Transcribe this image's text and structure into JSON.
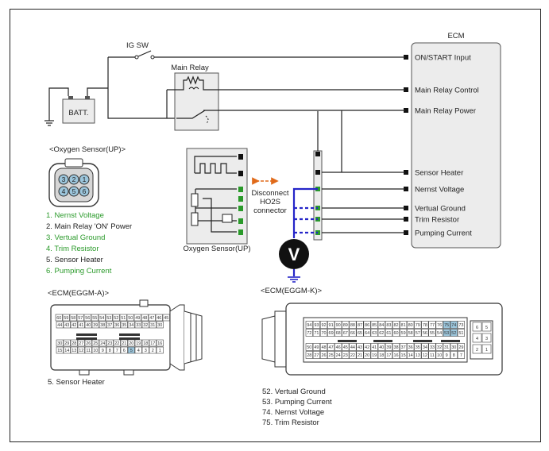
{
  "ecm": {
    "title": "ECM",
    "pins": [
      "ON/START Input",
      "Main Relay Control",
      "Main Relay Power",
      "Sensor Heater",
      "Nernst Voltage",
      "Vertual Ground",
      "Trim Resistor",
      "Pumping Current"
    ]
  },
  "ig_sw_label": "IG SW",
  "batt_label": "BATT.",
  "main_relay_label": "Main Relay",
  "oxygen_sensor_up_header": "<Oxygen Sensor(UP)>",
  "sensor_connector_pins": [
    "1",
    "2",
    "3",
    "4",
    "5",
    "6"
  ],
  "sensor_legend": [
    {
      "text": "1. Nernst Voltage",
      "color": "#2a9a2a"
    },
    {
      "text": "2. Main Relay 'ON' Power",
      "color": "#222222"
    },
    {
      "text": "3. Vertual Ground",
      "color": "#2a9a2a"
    },
    {
      "text": "4. Trim Resistor",
      "color": "#2a9a2a"
    },
    {
      "text": "5. Sensor Heater",
      "color": "#222222"
    },
    {
      "text": "6. Pumping Current",
      "color": "#2a9a2a"
    }
  ],
  "disconnect_label": [
    "Disconnect",
    "HO2S",
    "connector"
  ],
  "voltmeter_symbol": "V",
  "oxygen_sensor_caption": "Oxygen Sensor(UP)",
  "ecm_a_header": "<ECM(EGGM-A)>",
  "ecm_a_rows": [
    [
      "60",
      "59",
      "58",
      "57",
      "56",
      "55",
      "54",
      "53",
      "52",
      "51",
      "50",
      "49",
      "48",
      "47",
      "46",
      "45"
    ],
    [
      "44",
      "43",
      "42",
      "41",
      "40",
      "39",
      "38",
      "37",
      "36",
      "35",
      "34",
      "33",
      "32",
      "31",
      "30"
    ],
    [
      "30",
      "29",
      "28",
      "27",
      "26",
      "25",
      "24",
      "23",
      "22",
      "21",
      "20",
      "19",
      "18",
      "17",
      "16"
    ],
    [
      "15",
      "14",
      "13",
      "12",
      "11",
      "10",
      "9",
      "8",
      "7",
      "6",
      "5",
      "4",
      "3",
      "2",
      "1"
    ]
  ],
  "ecm_a_highlight": "5",
  "ecm_a_legend": [
    "5. Sensor Heater"
  ],
  "ecm_k_header": "<ECM(EGGM-K)>",
  "ecm_k_rows": [
    [
      "94",
      "93",
      "92",
      "91",
      "90",
      "89",
      "88",
      "87",
      "86",
      "85",
      "84",
      "83",
      "82",
      "81",
      "80",
      "79",
      "78",
      "77",
      "76",
      "75",
      "74",
      "73"
    ],
    [
      "72",
      "71",
      "70",
      "69",
      "68",
      "67",
      "66",
      "65",
      "64",
      "63",
      "62",
      "61",
      "60",
      "59",
      "58",
      "57",
      "56",
      "55",
      "54",
      "53",
      "52",
      "51"
    ],
    [
      "50",
      "49",
      "48",
      "47",
      "46",
      "45",
      "44",
      "43",
      "42",
      "41",
      "40",
      "39",
      "38",
      "37",
      "36",
      "35",
      "34",
      "33",
      "32",
      "31",
      "30",
      "29"
    ],
    [
      "28",
      "27",
      "26",
      "25",
      "24",
      "23",
      "22",
      "21",
      "20",
      "19",
      "18",
      "17",
      "16",
      "15",
      "14",
      "13",
      "12",
      "11",
      "10",
      "9",
      "8",
      "7"
    ]
  ],
  "ecm_k_highlight": [
    "75",
    "74",
    "53",
    "52"
  ],
  "ecm_k_side": [
    "6",
    "5",
    "4",
    "3",
    "2",
    "1"
  ],
  "ecm_k_legend": [
    "52. Vertual Ground",
    "53. Pumping Current",
    "74. Nernst Voltage",
    "75. Trim Resistor"
  ],
  "colors": {
    "wire": "#222222",
    "probe": "#2525c8",
    "arrow": "#e06a1a",
    "pin_green": "#2a9a2a",
    "highlight": "#9cc6dc"
  }
}
